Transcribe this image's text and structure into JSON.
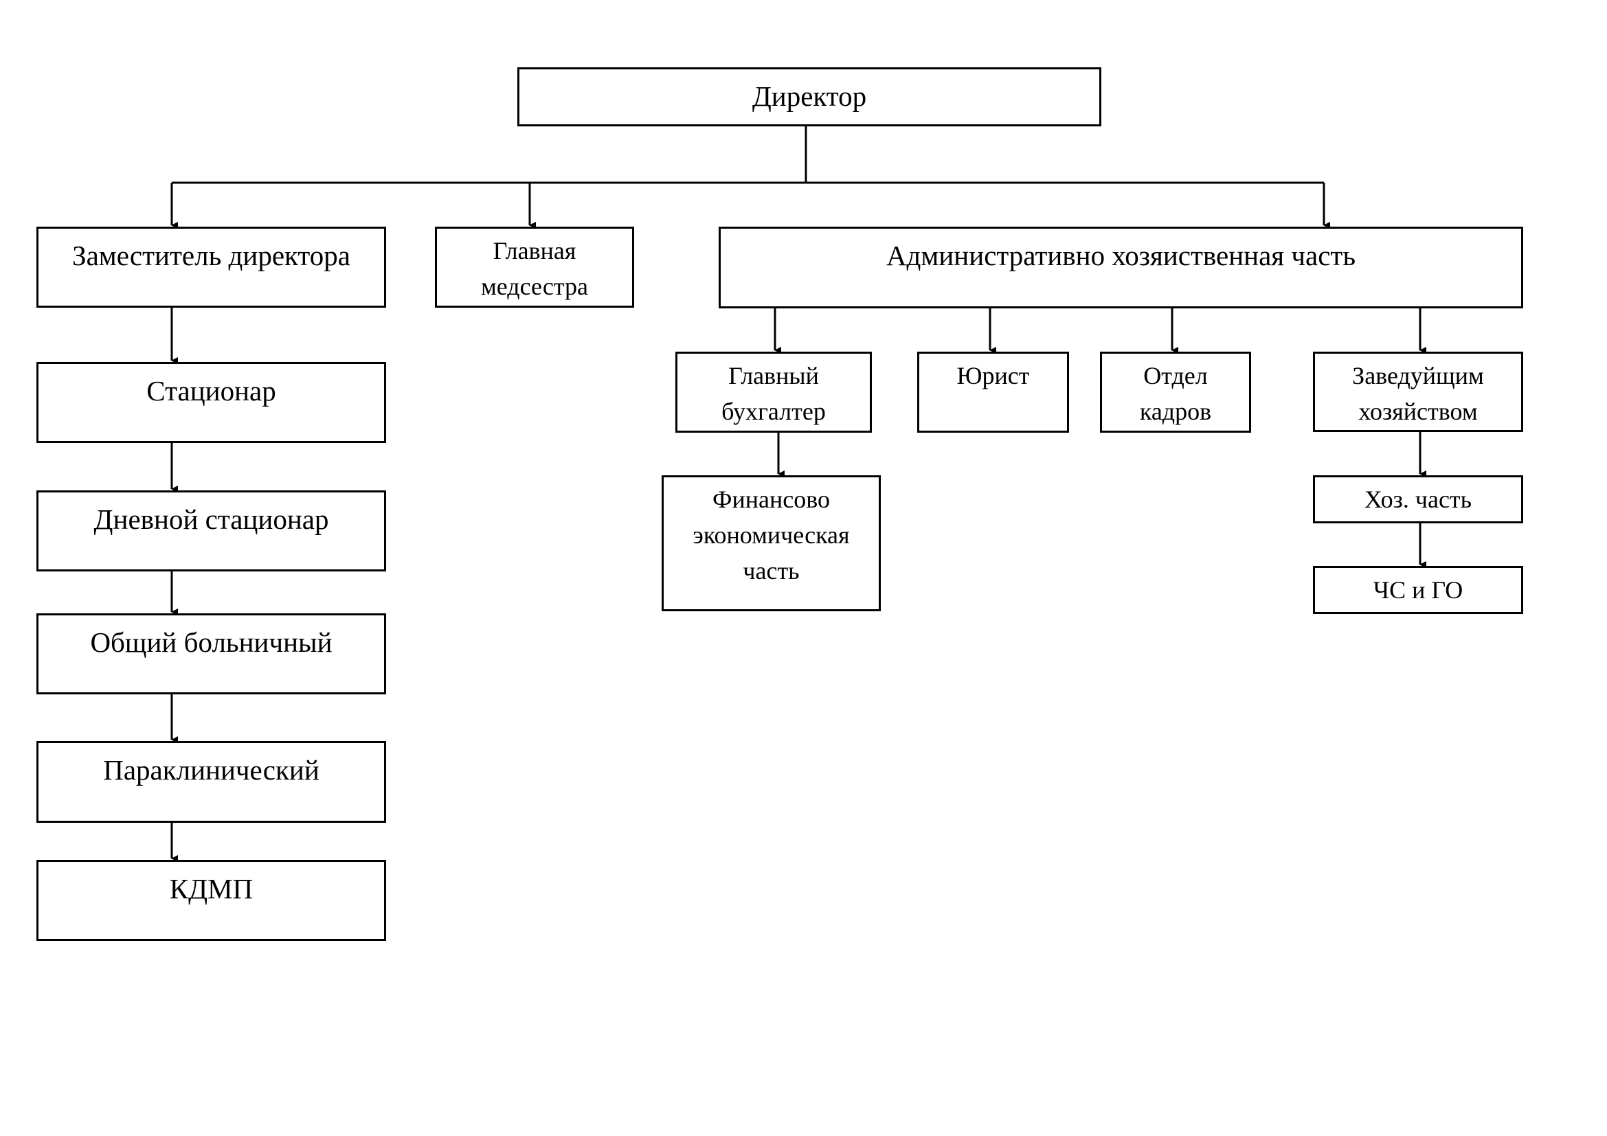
{
  "org": {
    "director": "Директор",
    "deputy": "Заместитель директора",
    "head_nurse": [
      "Главная",
      "медсестра"
    ],
    "admin": "Административно хозяиственная часть",
    "inpatient": "Стационар",
    "day_hospital": "Дневной стационар",
    "general_hospital": "Общий больничный",
    "paraclinical": "Параклинический",
    "kdmp": "КДМП",
    "chief_accountant": [
      "Главный",
      "бухгалтер"
    ],
    "lawyer": "Юрист",
    "hr": [
      "Отдел",
      "кадров"
    ],
    "household_head": [
      "Заведуйщим",
      "хозяйством"
    ],
    "finance": [
      "Финансово",
      "экономическая",
      "часть"
    ],
    "household_part": "Хоз. часть",
    "emergency": "ЧС и ГО"
  },
  "colors": {
    "line": "#000000",
    "box_fill": "#ffffff"
  }
}
